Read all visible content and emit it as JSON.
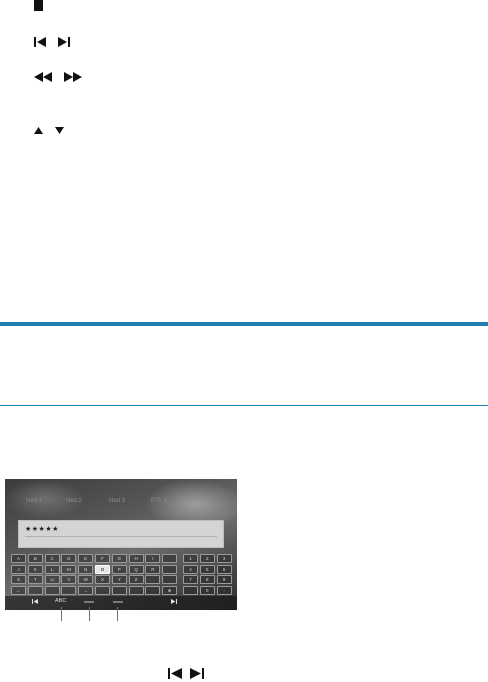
{
  "colors": {
    "accent": "#1f7fb3"
  },
  "icons": {
    "row1": [
      "stop-icon"
    ],
    "row2": [
      "previous-icon",
      "next-icon"
    ],
    "row3": [
      "rewind-icon",
      "fast-forward-icon"
    ],
    "row4": [
      "up-icon",
      "down-icon"
    ],
    "footer": [
      "previous-icon",
      "next-icon"
    ]
  },
  "screen": {
    "tabs": [
      "Ned 1",
      "Ned 2",
      "Ned 3",
      "RTL 4",
      "RTL 5"
    ],
    "password_value": "★★★★★",
    "keyboard_rows": [
      [
        "A",
        "B",
        "C",
        "D",
        "E",
        "F",
        "G",
        "H",
        "I",
        "",
        "1",
        "2",
        "3"
      ],
      [
        "J",
        "K",
        "L",
        "M",
        "N",
        "O",
        "P",
        "Q",
        "R",
        "",
        "4",
        "5",
        "6"
      ],
      [
        "S",
        "T",
        "U",
        "V",
        "W",
        "X",
        "Y",
        "Z",
        "",
        "",
        "7",
        "8",
        "9"
      ],
      [
        "←",
        "",
        "",
        "",
        "→",
        "",
        "",
        "",
        "",
        "⊕",
        "",
        "0",
        "-"
      ]
    ],
    "selected_key": "O",
    "bottom_bar": {
      "mode_label": "ABC"
    }
  }
}
